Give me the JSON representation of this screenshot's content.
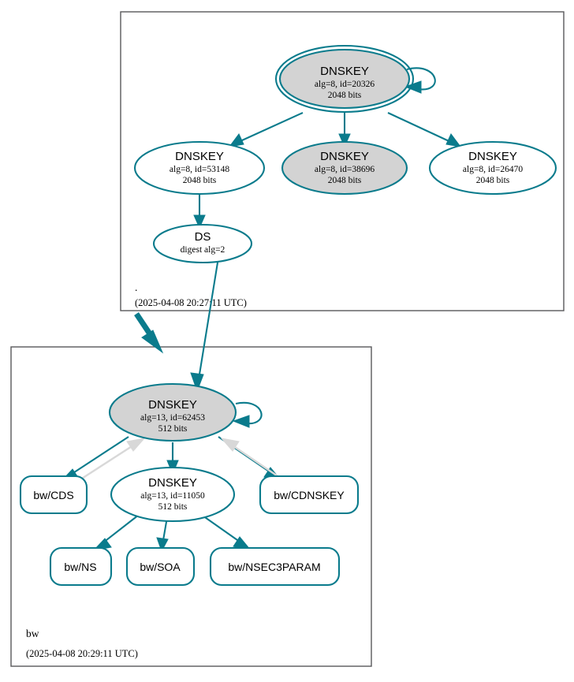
{
  "diagram": {
    "type": "dnssec-authentication-chain",
    "accent_color": "#0a7b8c",
    "secure_node_fill": "#d3d3d3",
    "gray_edge_color": "#d8d8d8",
    "zone_border_color": "#58585a"
  },
  "zones": [
    {
      "id": "root",
      "name": ".",
      "timestamp": "(2025-04-08 20:27:11 UTC)"
    },
    {
      "id": "bw",
      "name": "bw",
      "timestamp": "(2025-04-08 20:29:11 UTC)"
    }
  ],
  "nodes": {
    "root_ksk": {
      "shape": "ellipse-double",
      "title": "DNSKEY",
      "line2": "alg=8, id=20326",
      "line3": "2048 bits"
    },
    "root_zsk_53148": {
      "shape": "ellipse",
      "title": "DNSKEY",
      "line2": "alg=8, id=53148",
      "line3": "2048 bits"
    },
    "root_zsk_38696": {
      "shape": "ellipse",
      "title": "DNSKEY",
      "line2": "alg=8, id=38696",
      "line3": "2048 bits"
    },
    "root_zsk_26470": {
      "shape": "ellipse",
      "title": "DNSKEY",
      "line2": "alg=8, id=26470",
      "line3": "2048 bits"
    },
    "root_ds": {
      "shape": "ellipse",
      "title": "DS",
      "line2": "digest alg=2",
      "line3": ""
    },
    "bw_ksk": {
      "shape": "ellipse",
      "title": "DNSKEY",
      "line2": "alg=13, id=62453",
      "line3": "512 bits"
    },
    "bw_zsk": {
      "shape": "ellipse",
      "title": "DNSKEY",
      "line2": "alg=13, id=11050",
      "line3": "512 bits"
    },
    "bw_cds": {
      "shape": "rect",
      "title": "bw/CDS"
    },
    "bw_cdnskey": {
      "shape": "rect",
      "title": "bw/CDNSKEY"
    },
    "bw_ns": {
      "shape": "rect",
      "title": "bw/NS"
    },
    "bw_soa": {
      "shape": "rect",
      "title": "bw/SOA"
    },
    "bw_nsec3param": {
      "shape": "rect",
      "title": "bw/NSEC3PARAM"
    }
  }
}
